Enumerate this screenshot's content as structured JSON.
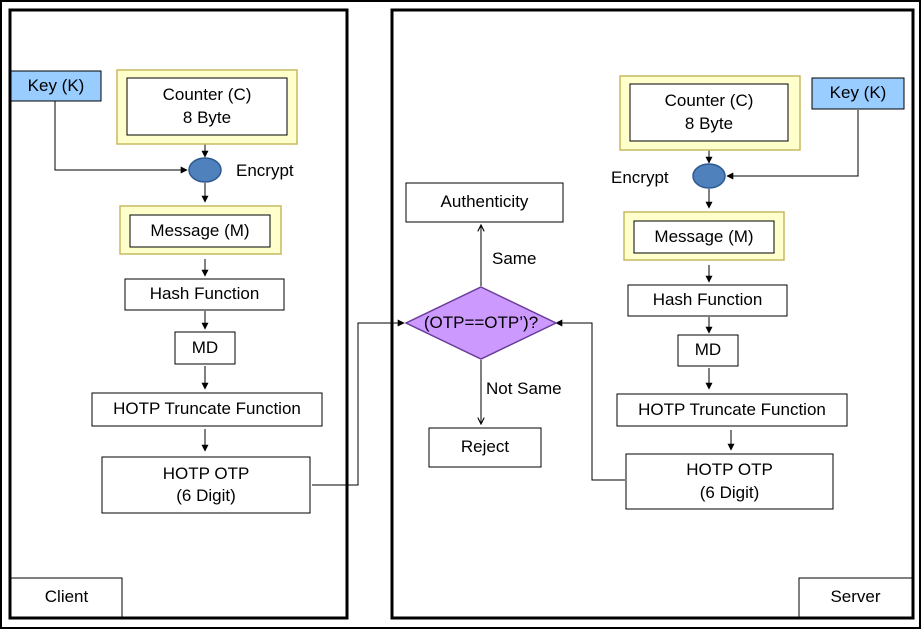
{
  "diagram": {
    "client_panel": {
      "title": "Client",
      "key": "Key (K)",
      "counter": "Counter (C)\n8 Byte",
      "encrypt": "Encrypt",
      "message": "Message (M)",
      "hash": "Hash Function",
      "md": "MD",
      "truncate": "HOTP Truncate Function",
      "otp": "HOTP OTP\n(6 Digit)"
    },
    "server_panel": {
      "title": "Server",
      "key": "Key (K)",
      "counter": "Counter (C)\n8 Byte",
      "encrypt": "Encrypt",
      "message": "Message (M)",
      "hash": "Hash Function",
      "md": "MD",
      "truncate": "HOTP Truncate Function",
      "otp": "HOTP OTP\n(6 Digit)"
    },
    "compare": "(OTP==OTP’)?",
    "same": "Same",
    "not_same": "Not Same",
    "authenticity": "Authenticity",
    "reject": "Reject"
  },
  "colors": {
    "key_fill": "#99ccff",
    "counter_outer_fill": "#ffffcc",
    "counter_border": "#c8b860",
    "encrypt_fill": "#4f81bd",
    "encrypt_border": "#2f5a8f",
    "decision_fill": "#cc99ff",
    "decision_border": "#6a3d9a"
  }
}
